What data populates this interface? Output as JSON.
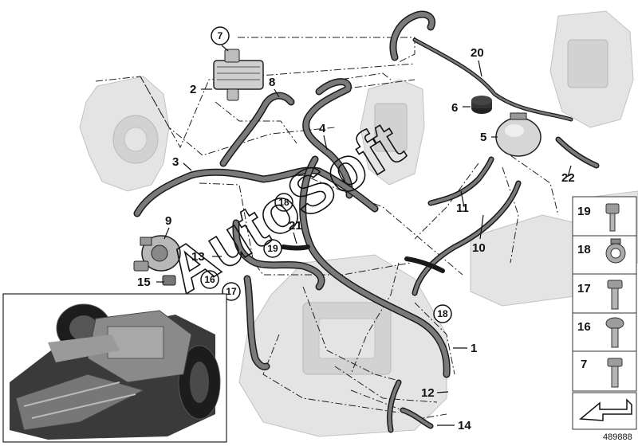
{
  "diagram": {
    "callouts": [
      {
        "id": "c1",
        "label": "1"
      },
      {
        "id": "c2",
        "label": "2"
      },
      {
        "id": "c3",
        "label": "3"
      },
      {
        "id": "c4",
        "label": "4"
      },
      {
        "id": "c5",
        "label": "5"
      },
      {
        "id": "c6",
        "label": "6"
      },
      {
        "id": "c8",
        "label": "8"
      },
      {
        "id": "c9",
        "label": "9"
      },
      {
        "id": "c10",
        "label": "10"
      },
      {
        "id": "c11",
        "label": "11"
      },
      {
        "id": "c12",
        "label": "12"
      },
      {
        "id": "c13",
        "label": "13"
      },
      {
        "id": "c14",
        "label": "14"
      },
      {
        "id": "c15",
        "label": "15"
      },
      {
        "id": "c20",
        "label": "20"
      },
      {
        "id": "c21",
        "label": "21"
      },
      {
        "id": "c22",
        "label": "22"
      }
    ],
    "circled_callouts": [
      {
        "id": "k7",
        "label": "7"
      },
      {
        "id": "k18a",
        "label": "18"
      },
      {
        "id": "k19",
        "label": "19"
      },
      {
        "id": "k16",
        "label": "16"
      },
      {
        "id": "k17",
        "label": "17"
      },
      {
        "id": "k18b",
        "label": "18"
      }
    ],
    "legend": [
      {
        "label": "19",
        "icon": "screw-hex-socket-icon"
      },
      {
        "label": "18",
        "icon": "hose-clamp-icon"
      },
      {
        "label": "17",
        "icon": "flange-bolt-torx-icon"
      },
      {
        "label": "16",
        "icon": "torx-bolt-icon"
      },
      {
        "label": "7",
        "icon": "hex-flange-bolt-icon"
      }
    ],
    "legend_arrow_icon": "direction-arrow-icon",
    "watermark": "AutoSoft",
    "catalog_number": "489888"
  }
}
